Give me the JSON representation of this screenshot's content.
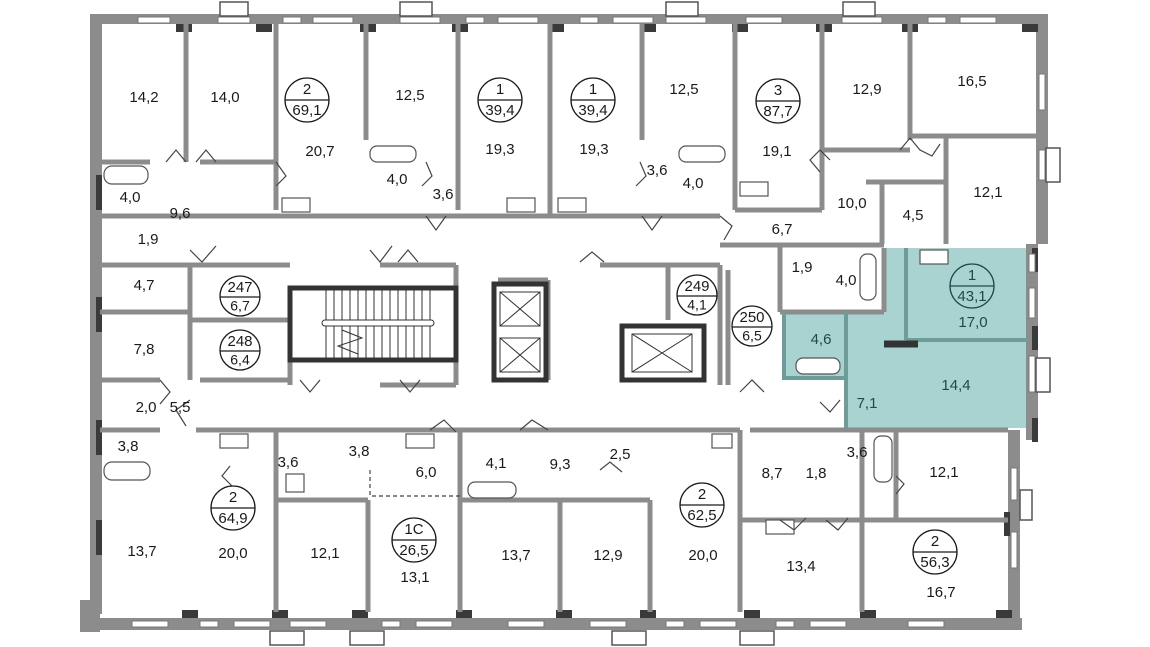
{
  "plan": {
    "accent_color": "#a9d3d1",
    "apartments": [
      {
        "id": "apt-top-1",
        "rooms": "2",
        "area": "69,1",
        "selected": false
      },
      {
        "id": "apt-top-2",
        "rooms": "1",
        "area": "39,4",
        "selected": false
      },
      {
        "id": "apt-top-3",
        "rooms": "1",
        "area": "39,4",
        "selected": false
      },
      {
        "id": "apt-top-4",
        "rooms": "3",
        "area": "87,7",
        "selected": false
      },
      {
        "id": "apt-right-1",
        "rooms": "1",
        "area": "43,1",
        "selected": true
      },
      {
        "id": "apt-bottom-1",
        "rooms": "2",
        "area": "64,9",
        "selected": false
      },
      {
        "id": "apt-bottom-2",
        "rooms": "1С",
        "area": "26,5",
        "selected": false
      },
      {
        "id": "apt-bottom-3",
        "rooms": "2",
        "area": "62,5",
        "selected": false
      },
      {
        "id": "apt-bottom-4",
        "rooms": "2",
        "area": "56,3",
        "selected": false
      }
    ],
    "storage_units": [
      {
        "number": "247",
        "area": "6,7"
      },
      {
        "number": "248",
        "area": "6,4"
      },
      {
        "number": "249",
        "area": "4,1"
      },
      {
        "number": "250",
        "area": "6,5"
      }
    ],
    "rooms": [
      "14,2",
      "14,0",
      "20,7",
      "4,0",
      "9,6",
      "1,9",
      "4,7",
      "7,8",
      "2,0",
      "5,5",
      "3,8",
      "12,5",
      "19,3",
      "4,0",
      "3,6",
      "19,3",
      "12,5",
      "3,6",
      "4,0",
      "19,1",
      "12,9",
      "16,5",
      "10,0",
      "4,5",
      "12,1",
      "6,7",
      "1,9",
      "4,0",
      "17,0",
      "4,6",
      "14,4",
      "7,1",
      "13,7",
      "20,0",
      "3,6",
      "3,8",
      "12,1",
      "6,0",
      "13,1",
      "4,1",
      "9,3",
      "2,5",
      "13,7",
      "12,9",
      "20,0",
      "8,7",
      "1,8",
      "3,6",
      "12,1",
      "13,4",
      "16,7"
    ]
  }
}
